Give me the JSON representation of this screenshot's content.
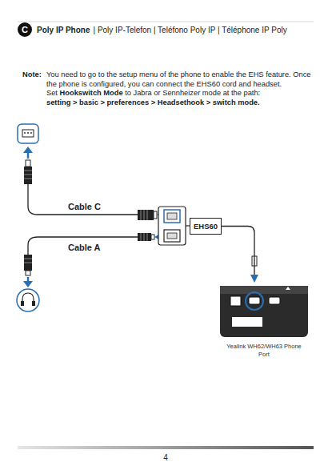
{
  "diagram": {
    "title": "Poly IP Phone",
    "nodes": [
      {
        "text": [
          "EHS60"
        ]
      },
      {
        "text": [
          "Yealink WH62/WH63 Phone Port"
        ]
      }
    ],
    "edges": [
      {
        "from": 0,
        "to": 1,
        "arrow": "to"
      }
    ],
    "labels": [
      "C",
      "| Poly IP-Telefon | Teléfono Poly IP | Téléphone IP Poly",
      "Note:",
      "You need to go to the setup menu of the phone to enable the EHS feature. Once the phone is configured, you can connect the EHS60 cord and headset.",
      "Set",
      "Hookswitch Mode",
      "to Jabra or Sennheizer mode at the path:",
      "setting > basic > preferences > Headsethook > switch mode.",
      "Cable C",
      "Cable A",
      "4"
    ]
  }
}
